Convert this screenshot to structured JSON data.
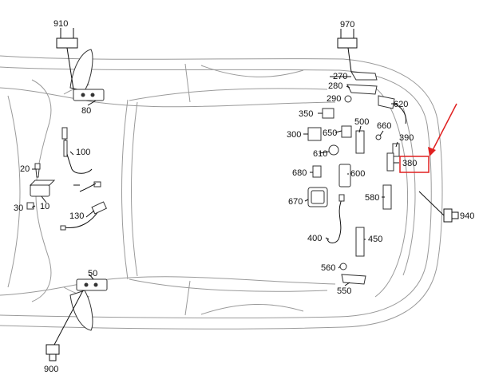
{
  "diagram": {
    "labels": {
      "l910": "910",
      "l970": "970",
      "l270": "270",
      "l280": "280",
      "l290": "290",
      "l620": "620",
      "l80": "80",
      "l350": "350",
      "l650": "650",
      "l500": "500",
      "l660": "660",
      "l300": "300",
      "l390": "390",
      "l610": "610",
      "l380": "380",
      "l100": "100",
      "l20": "20",
      "l680": "680",
      "l600": "600",
      "l940": "940",
      "l670": "670",
      "l580": "580",
      "l10": "10",
      "l30": "30",
      "l130": "130",
      "l400": "400",
      "l450": "450",
      "l560": "560",
      "l50": "50",
      "l550": "550",
      "l900": "900"
    },
    "highlight_color": "#e02020"
  }
}
